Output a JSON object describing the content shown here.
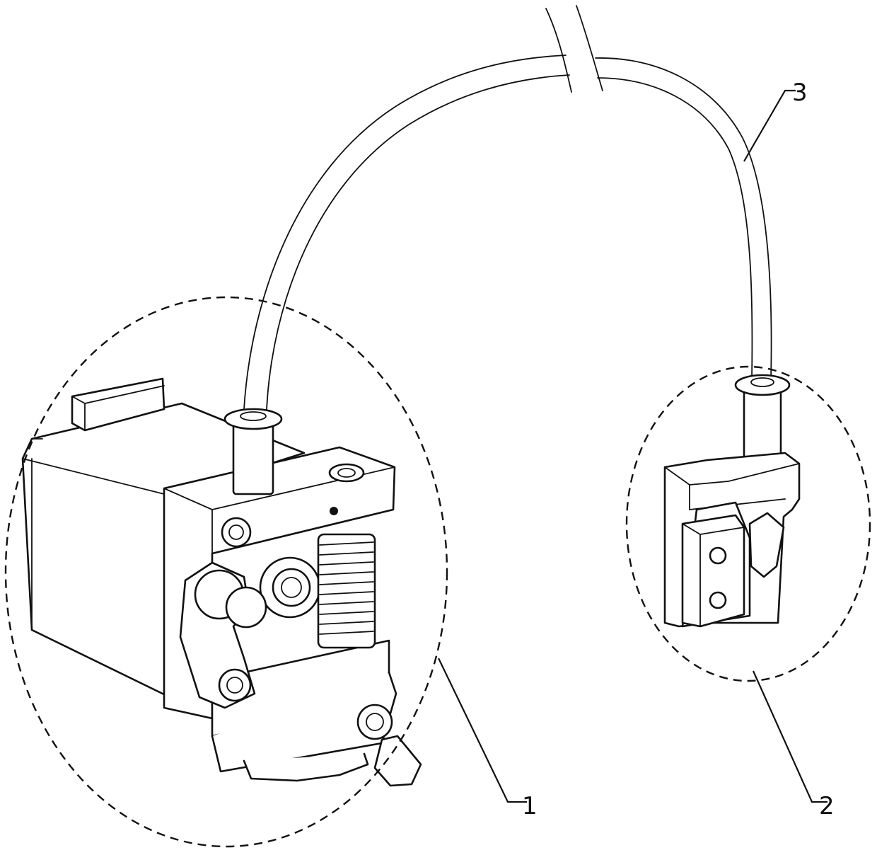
{
  "figure": {
    "labels": {
      "extruder": "1",
      "sensor": "2",
      "tube": "3"
    },
    "colors": {
      "line": "#111111",
      "background": "#ffffff"
    }
  }
}
